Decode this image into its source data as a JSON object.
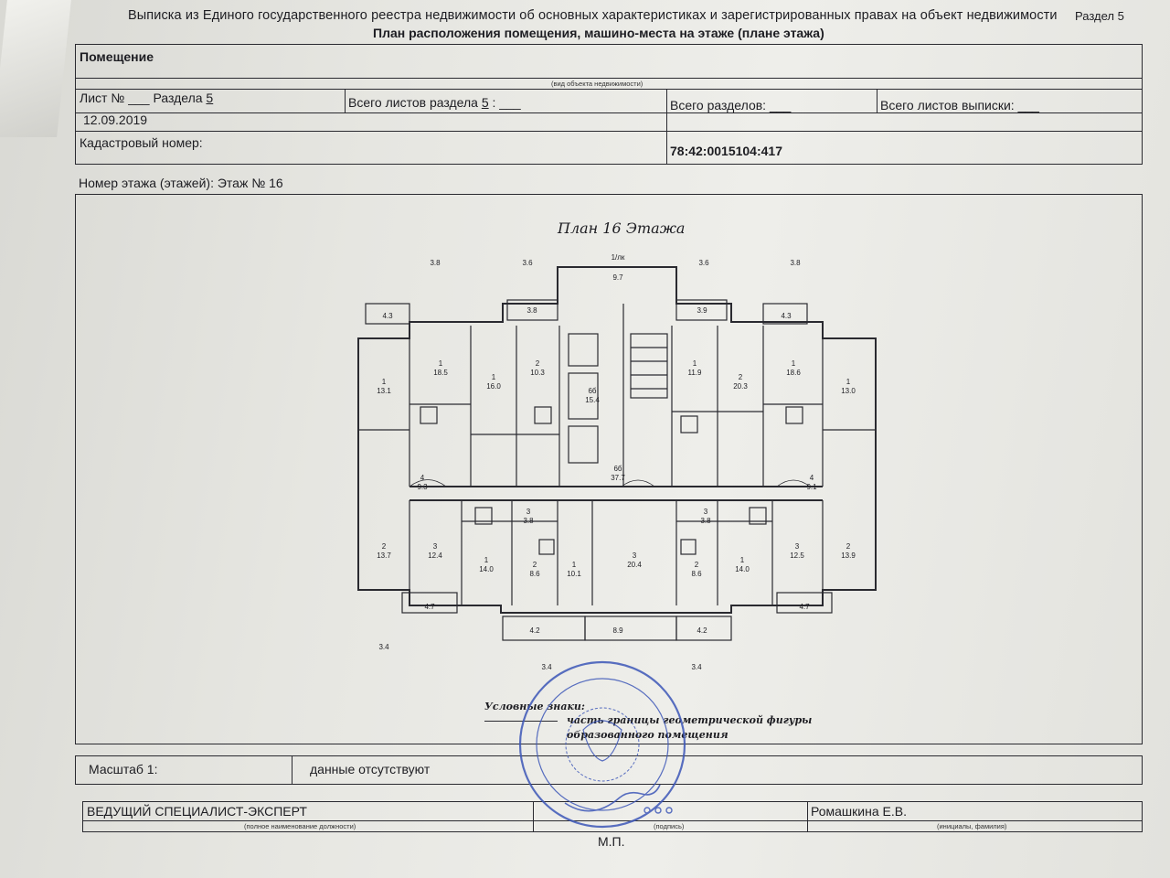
{
  "header": {
    "line1": "Выписка из Единого государственного реестра недвижимости об основных характеристиках и зарегистрированных правах на объект недвижимости",
    "section_corner": "Раздел 5",
    "line2": "План расположения помещения, машино-места на этаже (плане этажа)"
  },
  "form": {
    "object_type": "Помещение",
    "object_type_caption": "(вид объекта недвижимости)",
    "sheet_label": "Лист № ___ Раздела",
    "section_number": "5",
    "total_sheets_label": "Всего листов раздела",
    "total_sheets_value": "5",
    "total_sections_label": "Всего разделов: ___",
    "total_extract_sheets_label": "Всего листов выписки: ___",
    "date": "12.09.2019",
    "cadastral_label": "Кадастровый номер:",
    "cadastral_number": "78:42:0015104:417"
  },
  "floor": {
    "floor_label": "Номер этажа (этажей): Этаж № 16",
    "plan_title": "План 16 Этажа",
    "legend_title": "Условные знаки:",
    "legend_line1": "часть границы геометрической фигуры",
    "legend_line2": "образованного помещения"
  },
  "plan": {
    "top_dims": [
      "3.8",
      "3.6",
      "9.7",
      "3.6",
      "3.8"
    ],
    "top_mid_label": "1/лк",
    "balcony_top": [
      "4.3",
      "3.8",
      "3.9",
      "4.3"
    ],
    "bottom_dims": [
      "4.7",
      "4.2",
      "8.9",
      "4.2",
      "4.7"
    ],
    "bottom_low": [
      "3.4",
      "3.4",
      "3.4"
    ],
    "rooms": [
      {
        "n": "1",
        "a": "13.1"
      },
      {
        "n": "1",
        "a": "18.5"
      },
      {
        "n": "1",
        "a": "16.0"
      },
      {
        "n": "2",
        "a": "10.3"
      },
      {
        "n": "6б",
        "a": "15.4"
      },
      {
        "n": "1",
        "a": "11.9"
      },
      {
        "n": "2",
        "a": "20.3"
      },
      {
        "n": "1",
        "a": "18.6"
      },
      {
        "n": "1",
        "a": "13.0"
      },
      {
        "n": "6б",
        "a": "37.7"
      },
      {
        "n": "2",
        "a": "13.7"
      },
      {
        "n": "3",
        "a": "12.4"
      },
      {
        "n": "1",
        "a": "14.0"
      },
      {
        "n": "2",
        "a": "8.6"
      },
      {
        "n": "1",
        "a": "10.1"
      },
      {
        "n": "3",
        "a": "20.4"
      },
      {
        "n": "2",
        "a": "8.6"
      },
      {
        "n": "1",
        "a": "14.0"
      },
      {
        "n": "3",
        "a": "12.5"
      },
      {
        "n": "2",
        "a": "13.9"
      },
      {
        "n": "4",
        "a": "9.3"
      },
      {
        "n": "4",
        "a": "9.1"
      },
      {
        "n": "3",
        "a": "3.8"
      },
      {
        "n": "3",
        "a": "3.8"
      }
    ]
  },
  "footer": {
    "scale_label": "Масштаб 1:",
    "scale_value": "данные отсутствуют",
    "position": "ВЕДУЩИЙ СПЕЦИАЛИСТ-ЭКСПЕРТ",
    "position_caption": "(полное наименование должности)",
    "signature_caption": "(подпись)",
    "name": "Ромашкина Е.В.",
    "name_caption": "(инициалы, фамилия)",
    "seal_label": "М.П."
  },
  "colors": {
    "ink": "#1d1d22",
    "stamp": "#3d57b8"
  }
}
